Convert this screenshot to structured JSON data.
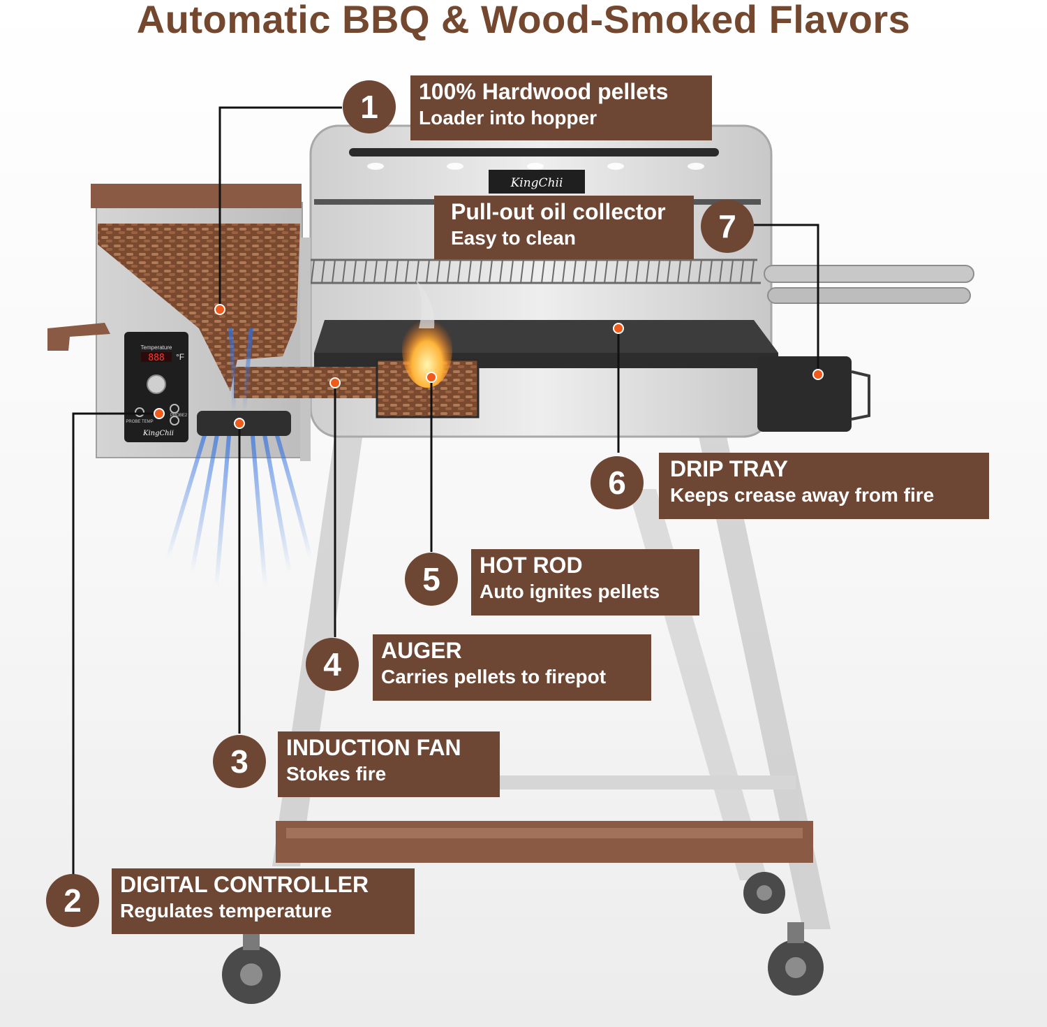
{
  "title": "Automatic BBQ & Wood-Smoked Flavors",
  "brand": "KingChii",
  "controller": {
    "heading": "Temperature",
    "unit": "°F",
    "display": "888",
    "probe_left": "PROBE TEMP",
    "probe_right": "PROBE2"
  },
  "callouts": [
    {
      "number": "1",
      "title": "100% Hardwood  pellets",
      "subtitle": "Loader into hopper"
    },
    {
      "number": "2",
      "title": "DIGITAL CONTROLLER",
      "subtitle": "Regulates temperature"
    },
    {
      "number": "3",
      "title": "INDUCTION FAN",
      "subtitle": "Stokes fire"
    },
    {
      "number": "4",
      "title": "AUGER",
      "subtitle": "Carries pellets to firepot"
    },
    {
      "number": "5",
      "title": "HOT ROD",
      "subtitle": "Auto ignites pellets"
    },
    {
      "number": "6",
      "title": "DRIP TRAY",
      "subtitle": "Keeps crease away from fire"
    },
    {
      "number": "7",
      "title": "Pull-out oil collector",
      "subtitle": "Easy to clean"
    }
  ],
  "colors": {
    "title": "#74472f",
    "label_bg": "#6e4634",
    "marker": "#f05a1a",
    "frame": "#8a5a44"
  }
}
